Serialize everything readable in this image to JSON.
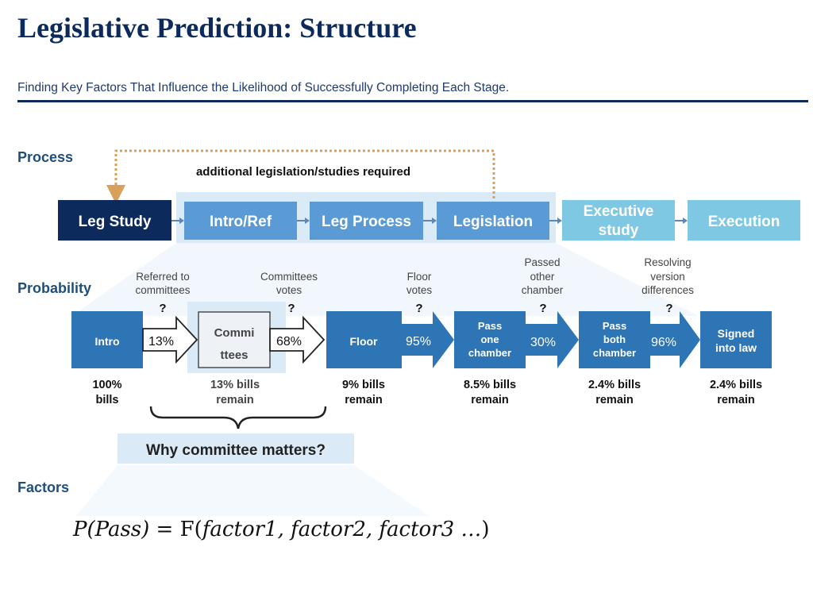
{
  "header": {
    "title": "Legislative Prediction: Structure",
    "subtitle": "Finding Key Factors That Influence the Likelihood of Successfully Completing Each Stage."
  },
  "sections": {
    "process": "Process",
    "probability": "Probability",
    "factors": "Factors"
  },
  "process": {
    "loop_label": "additional legislation/studies required",
    "boxes": [
      {
        "label": "Leg Study",
        "color": "#0d2a5c"
      },
      {
        "label": "Intro/Ref",
        "color": "#5b9bd5"
      },
      {
        "label": "Leg Process",
        "color": "#5b9bd5"
      },
      {
        "label": "Legislation",
        "color": "#5b9bd5"
      },
      {
        "label_line1": "Executive",
        "label_line2": "study",
        "color": "#7ec8e3"
      },
      {
        "label": "Execution",
        "color": "#7ec8e3"
      }
    ],
    "loop_color": "#d9a05b",
    "highlight_color": "#dbeaf7"
  },
  "probability": {
    "transition_captions": [
      {
        "lines": [
          "Referred to",
          "committees"
        ]
      },
      {
        "lines": [
          "Committees",
          "votes"
        ]
      },
      {
        "lines": [
          "Floor",
          "votes"
        ]
      },
      {
        "lines": [
          "Passed",
          "other",
          "chamber"
        ]
      },
      {
        "lines": [
          "Resolving",
          "version",
          "differences"
        ]
      }
    ],
    "question_mark": "?",
    "stages": [
      {
        "lines": [
          "Intro"
        ],
        "remain": [
          "100%",
          "bills"
        ]
      },
      {
        "lines": [
          "Commi",
          "ttees"
        ],
        "remain": [
          "13% bills",
          "remain"
        ]
      },
      {
        "lines": [
          "Floor"
        ],
        "remain": [
          "9% bills",
          "remain"
        ]
      },
      {
        "lines": [
          "Pass",
          "one",
          "chamber"
        ],
        "remain": [
          "8.5% bills",
          "remain"
        ]
      },
      {
        "lines": [
          "Pass",
          "both",
          "chamber"
        ],
        "remain": [
          "2.4% bills",
          "remain"
        ]
      },
      {
        "lines": [
          "Signed",
          "into law"
        ],
        "remain": [
          "2.4% bills",
          "remain"
        ]
      }
    ],
    "transitions": [
      "13%",
      "68%",
      "95%",
      "30%",
      "96%"
    ],
    "stage_color": "#2e75b6",
    "callout": "Why committee matters?"
  },
  "formula": {
    "lhs": "P(Pass)",
    "eq": " = ",
    "f": "F(",
    "args": "factor1, factor2, factor3 …",
    "close": ")"
  }
}
